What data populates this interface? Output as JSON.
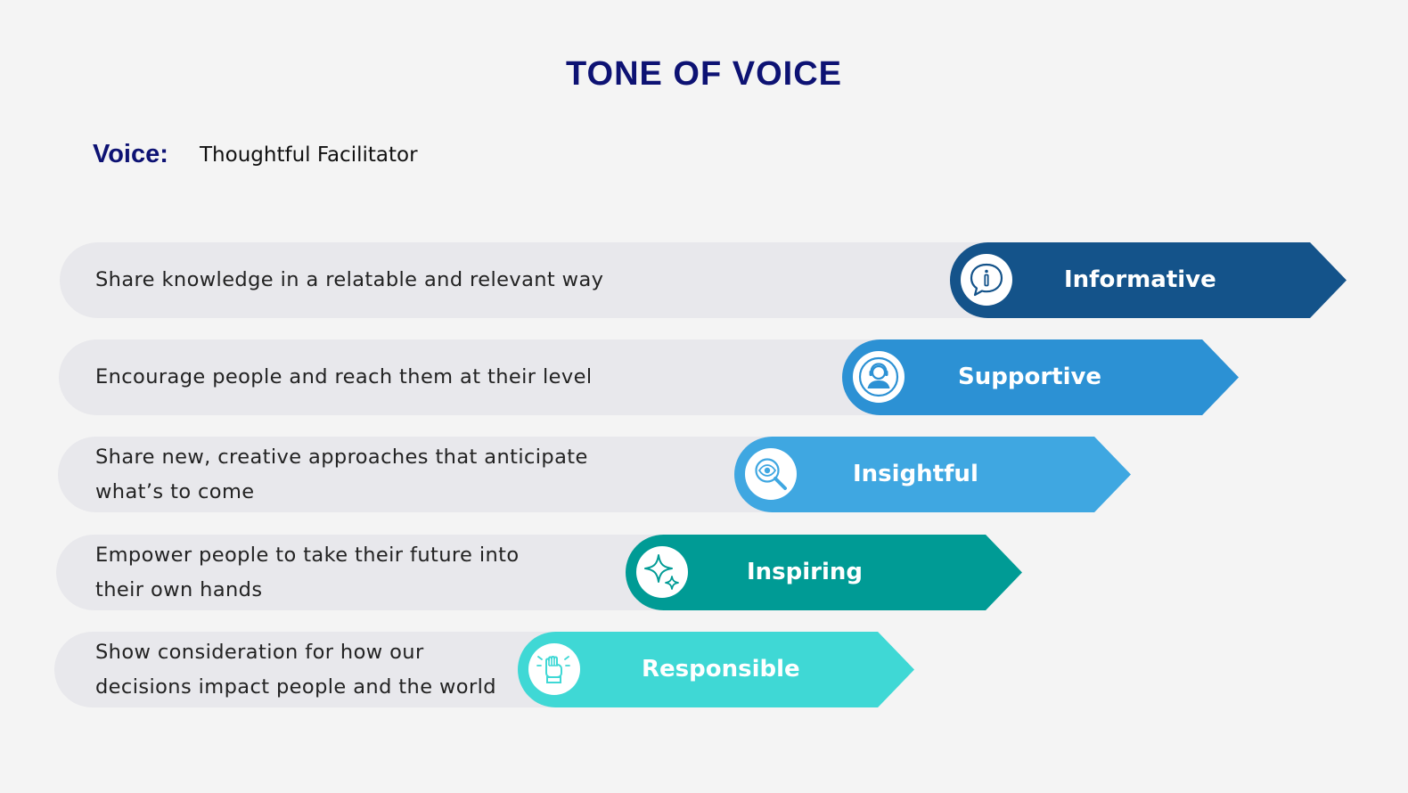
{
  "title": "TONE OF VOICE",
  "voice": {
    "label": "Voice:",
    "value": "Thoughtful Facilitator"
  },
  "items": [
    {
      "description_lines": [
        "Share knowledge in a relatable and relevant way"
      ],
      "label": "Informative",
      "icon": "info-speech-bubble-icon",
      "color": "#14538a"
    },
    {
      "description_lines": [
        "Encourage people and reach them at their level"
      ],
      "label": "Supportive",
      "icon": "support-agent-icon",
      "color": "#2c91d4"
    },
    {
      "description_lines": [
        "Share new, creative approaches that anticipate",
        "what’s to come"
      ],
      "label": "Insightful",
      "icon": "eye-magnifier-icon",
      "color": "#3fa7e1"
    },
    {
      "description_lines": [
        "Empower people to take their future into",
        "their own hands"
      ],
      "label": "Inspiring",
      "icon": "sparkle-icon",
      "color": "#009b95"
    },
    {
      "description_lines": [
        "Show consideration for how our",
        "decisions impact people and the world"
      ],
      "label": "Responsible",
      "icon": "raised-fist-icon",
      "color": "#3fd8d5"
    }
  ]
}
